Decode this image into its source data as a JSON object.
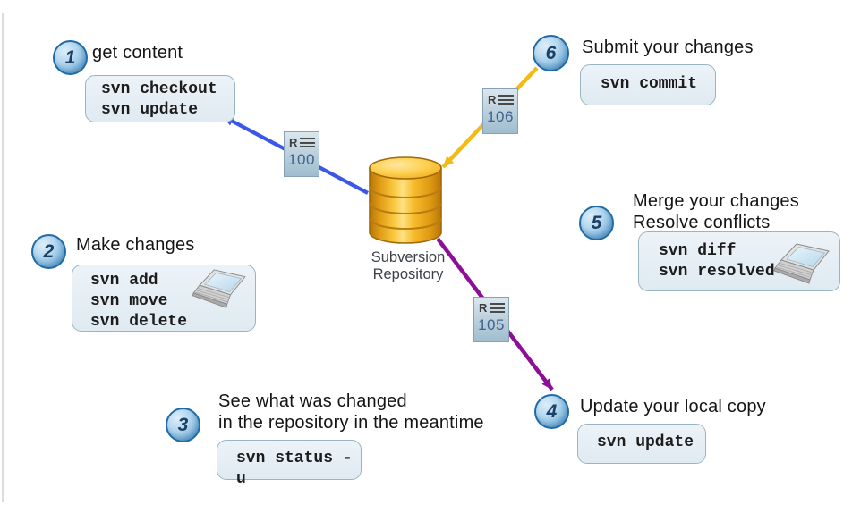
{
  "repository": {
    "label_lines": [
      "Subversion",
      "Repository"
    ]
  },
  "steps": [
    {
      "number": "1",
      "title_lines": [
        "get content"
      ],
      "commands": [
        "svn checkout",
        "svn update"
      ]
    },
    {
      "number": "2",
      "title_lines": [
        "Make changes"
      ],
      "commands": [
        "svn add",
        "svn move",
        "svn delete"
      ],
      "laptop": true
    },
    {
      "number": "3",
      "title_lines": [
        "See what was changed",
        "in the repository in the meantime"
      ],
      "commands": [
        "svn status -u"
      ]
    },
    {
      "number": "4",
      "title_lines": [
        "Update your local copy"
      ],
      "commands": [
        "svn update"
      ]
    },
    {
      "number": "5",
      "title_lines": [
        "Merge your changes",
        "Resolve conflicts"
      ],
      "commands": [
        "svn diff",
        "svn resolved"
      ],
      "laptop": true
    },
    {
      "number": "6",
      "title_lines": [
        "Submit your changes"
      ],
      "commands": [
        "svn commit"
      ]
    }
  ],
  "revisions": [
    {
      "label": "R",
      "value": "100"
    },
    {
      "label": "R",
      "value": "106"
    },
    {
      "label": "R",
      "value": "105"
    }
  ],
  "colors": {
    "checkout_arrow_blue": "#3a57e8",
    "commit_arrow_yellow": "#f4c11e",
    "update_arrow_purple": "#8e0f97",
    "step_circle_border": "#1f6ba5",
    "command_box_fill": "#e6eff5",
    "command_box_border": "#9bb4c1",
    "repository_gold": "#f6b120",
    "revision_badge_fill": "#bed2de"
  }
}
